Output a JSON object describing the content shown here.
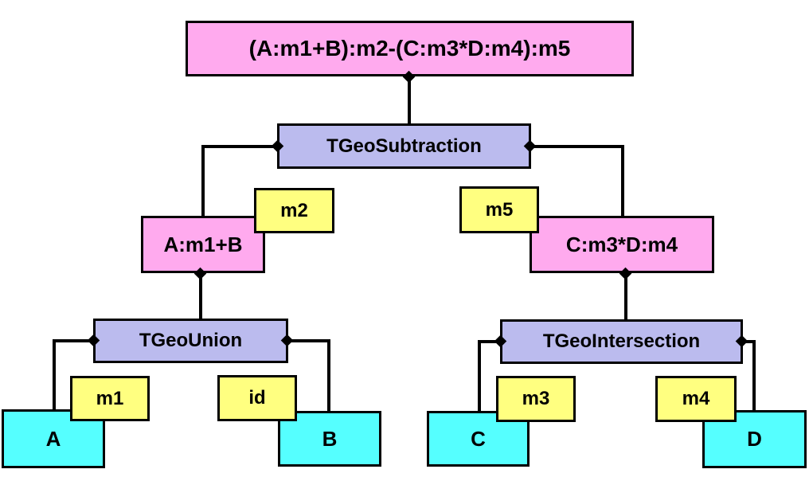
{
  "diagram": {
    "type": "composite-shape-tree",
    "nodes": {
      "root": {
        "label": "(A:m1+B):m2-(C:m3*D:m4):m5",
        "kind": "expression"
      },
      "subtraction": {
        "label": "TGeoSubtraction",
        "kind": "operation"
      },
      "left_expr": {
        "label": "A:m1+B",
        "kind": "expression"
      },
      "right_expr": {
        "label": "C:m3*D:m4",
        "kind": "expression"
      },
      "union": {
        "label": "TGeoUnion",
        "kind": "operation"
      },
      "intersection": {
        "label": "TGeoIntersection",
        "kind": "operation"
      },
      "m1": {
        "label": "m1",
        "kind": "matrix"
      },
      "m2": {
        "label": "m2",
        "kind": "matrix"
      },
      "m3": {
        "label": "m3",
        "kind": "matrix"
      },
      "m4": {
        "label": "m4",
        "kind": "matrix"
      },
      "m5": {
        "label": "m5",
        "kind": "matrix"
      },
      "id": {
        "label": "id",
        "kind": "matrix"
      },
      "A": {
        "label": "A",
        "kind": "shape"
      },
      "B": {
        "label": "B",
        "kind": "shape"
      },
      "C": {
        "label": "C",
        "kind": "shape"
      },
      "D": {
        "label": "D",
        "kind": "shape"
      }
    },
    "edges": [
      {
        "parent": "root",
        "child": "subtraction"
      },
      {
        "parent": "subtraction",
        "child": "left_expr"
      },
      {
        "parent": "subtraction",
        "child": "right_expr"
      },
      {
        "parent": "left_expr",
        "child": "union"
      },
      {
        "parent": "right_expr",
        "child": "intersection"
      },
      {
        "parent": "union",
        "child": "A"
      },
      {
        "parent": "union",
        "child": "B"
      },
      {
        "parent": "intersection",
        "child": "C"
      },
      {
        "parent": "intersection",
        "child": "D"
      }
    ],
    "colors": {
      "expression_box": "#ffaaee",
      "operation_box": "#bbbbee",
      "matrix_box": "#ffff80",
      "shape_box": "#55ffff",
      "connector": "#000000",
      "background": "#ffffff"
    }
  }
}
